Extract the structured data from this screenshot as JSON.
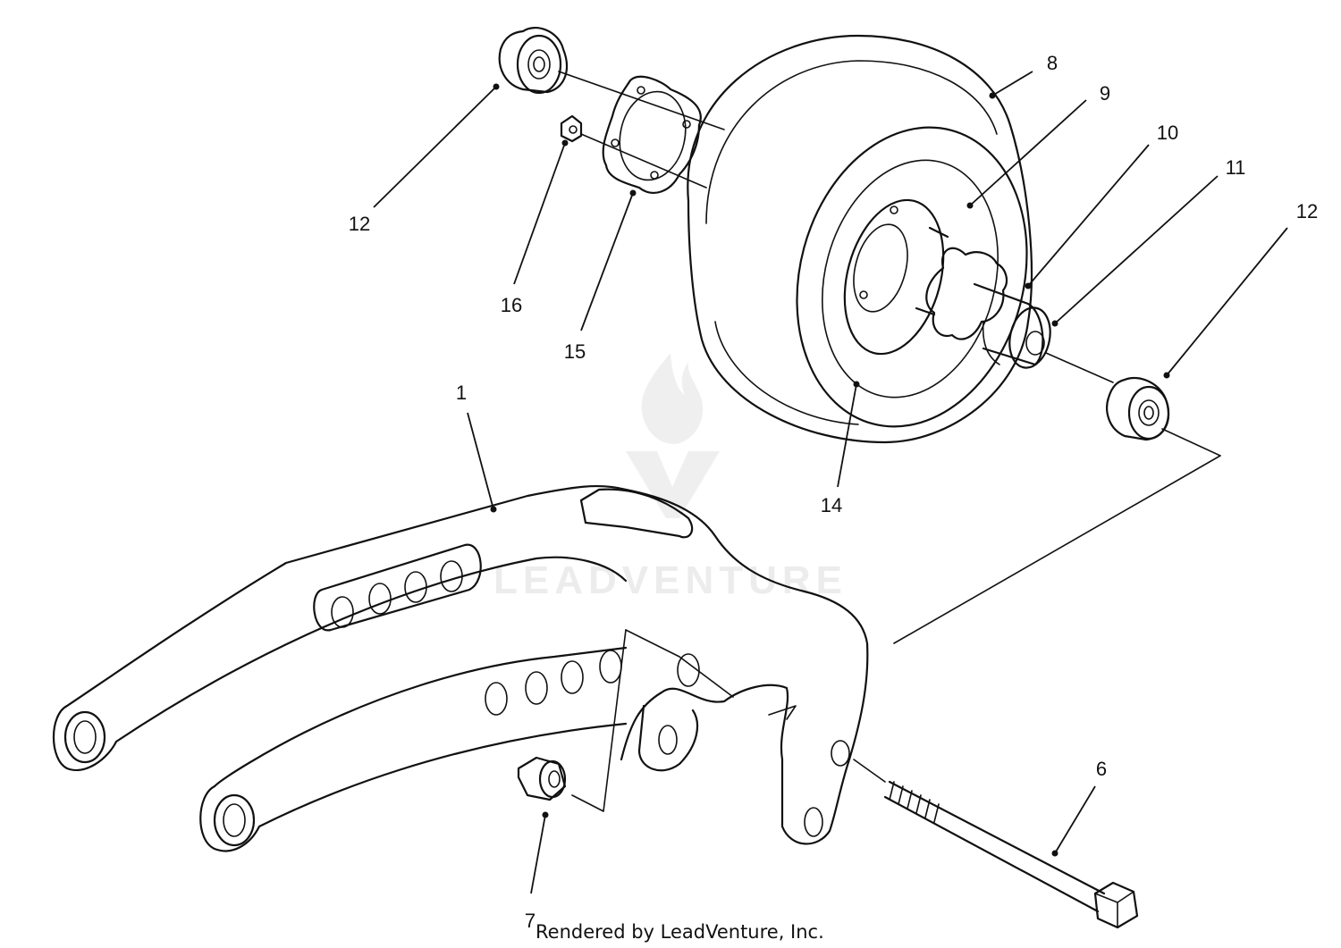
{
  "callouts": [
    {
      "id": "1",
      "label": "1"
    },
    {
      "id": "6",
      "label": "6"
    },
    {
      "id": "7",
      "label": "7"
    },
    {
      "id": "8",
      "label": "8"
    },
    {
      "id": "9",
      "label": "9"
    },
    {
      "id": "10",
      "label": "10"
    },
    {
      "id": "11",
      "label": "11"
    },
    {
      "id": "12a",
      "label": "12"
    },
    {
      "id": "12b",
      "label": "12"
    },
    {
      "id": "14",
      "label": "14"
    },
    {
      "id": "15",
      "label": "15"
    },
    {
      "id": "16",
      "label": "16"
    }
  ],
  "credit": "Rendered by LeadVenture, Inc.",
  "watermark": "LEADVENTURE"
}
